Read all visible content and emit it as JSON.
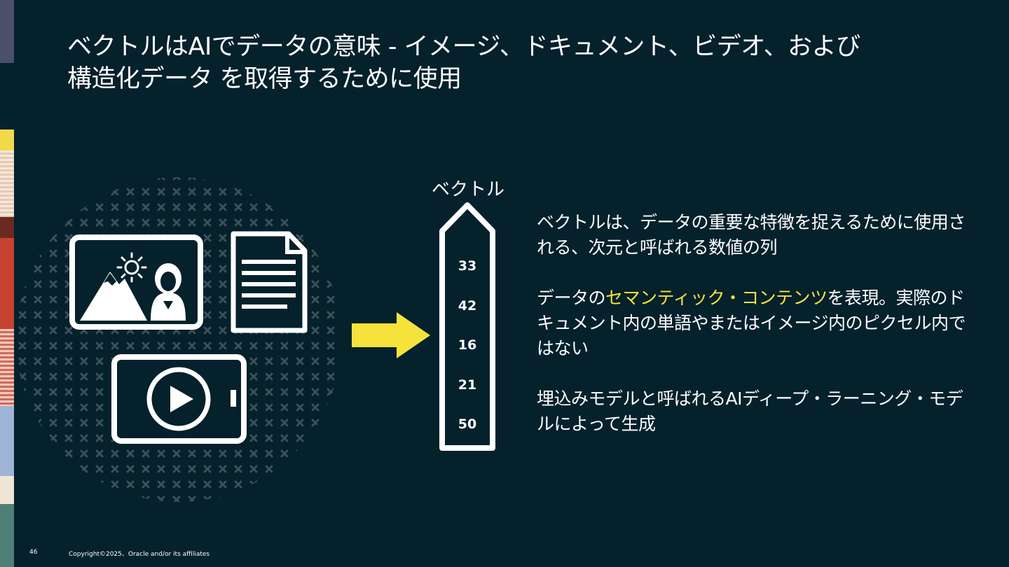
{
  "slide": {
    "title_line1": "ベクトルはAIでデータの意味 - イメージ、ドキュメント、ビデオ、および",
    "title_line2": "構造化データ を取得するために使用"
  },
  "icons": {
    "image": "image-with-person-icon",
    "document": "document-icon",
    "video": "video-player-icon",
    "arrow": "right-arrow-icon",
    "colors": {
      "background": "#04212c",
      "arrow": "#f5e33c",
      "pattern": "#3c5058",
      "icon_stroke": "#ffffff"
    }
  },
  "vector": {
    "label": "ベクトル",
    "values": [
      "33",
      "42",
      "16",
      "21",
      "50"
    ]
  },
  "description": {
    "p1": "ベクトルは、データの重要な特徴を捉えるために使用される、次元と呼ばれる数値の列",
    "p2_before": "データの",
    "p2_highlight": "セマンティック・コンテンツ",
    "p2_after": "を表現。実際のドキュメント内の単語やまたはイメージ内のピクセル内ではない",
    "p3": "埋込みモデルと呼ばれるAIディープ・ラーニング・モデルによって生成",
    "highlight_color": "#f5e33c"
  },
  "footer": {
    "page_number": "46",
    "copyright": "Copyright©2025、Oracle and/or its affiliates"
  }
}
